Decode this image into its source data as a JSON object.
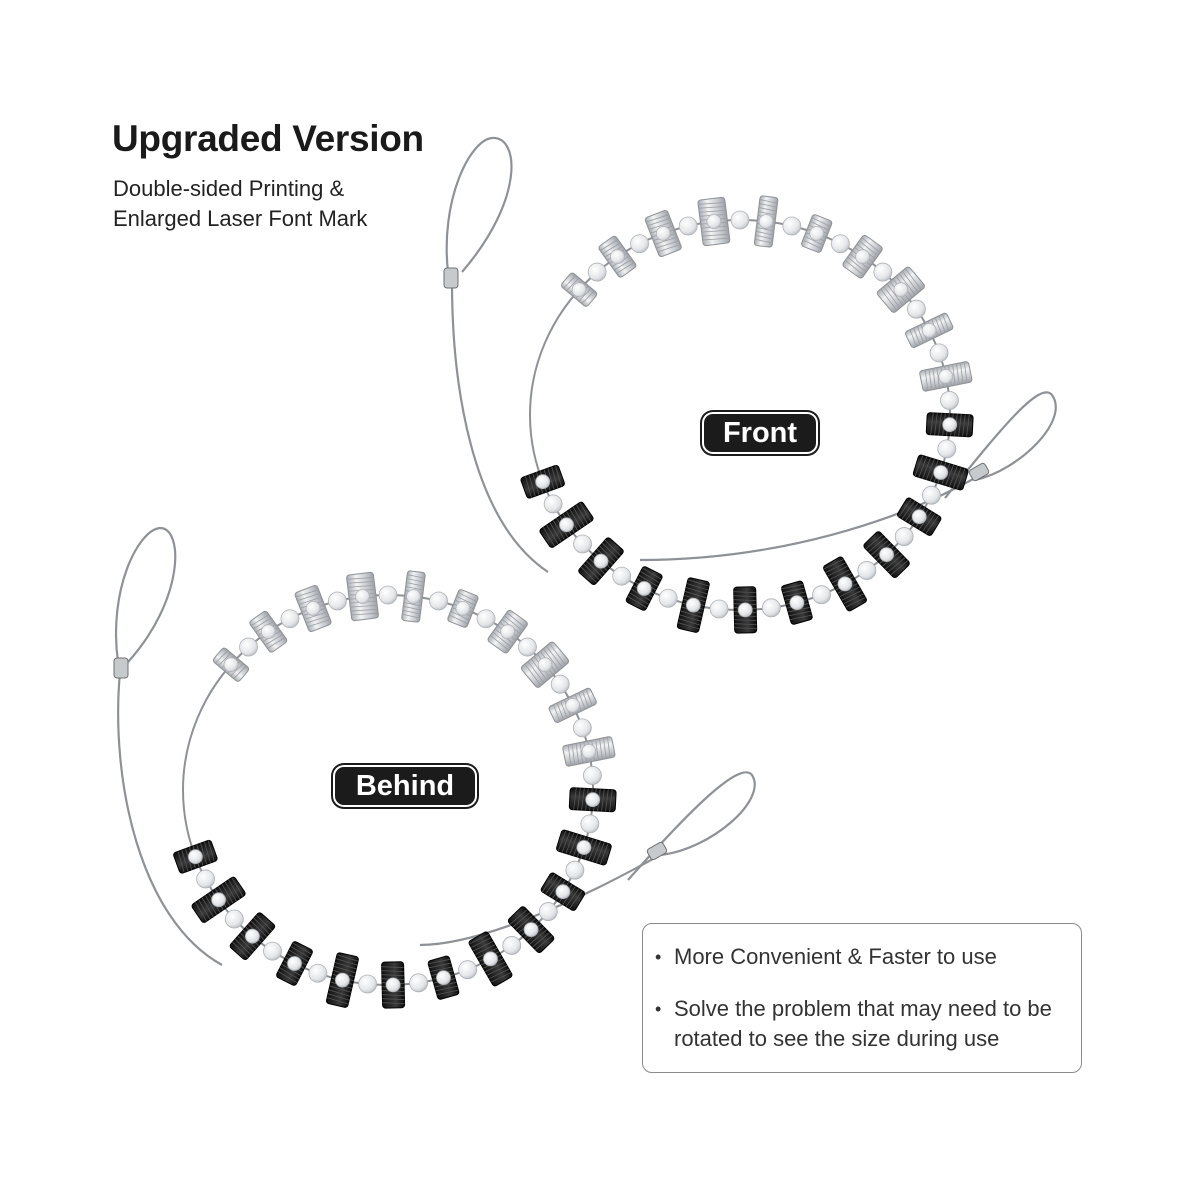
{
  "headline": "Upgraded Version",
  "subline": [
    "Double-sided Printing &",
    "Enlarged Laser Font Mark"
  ],
  "labels": {
    "front": "Front",
    "behind": "Behind"
  },
  "features": [
    "More Convenient & Faster to use",
    "Solve the problem that may need to be rotated to see the size during use"
  ],
  "colors": {
    "silver": "#cfd2d6",
    "black": "#1b1b1b",
    "bead": "#e9ebed",
    "wire": "#8e9296"
  }
}
